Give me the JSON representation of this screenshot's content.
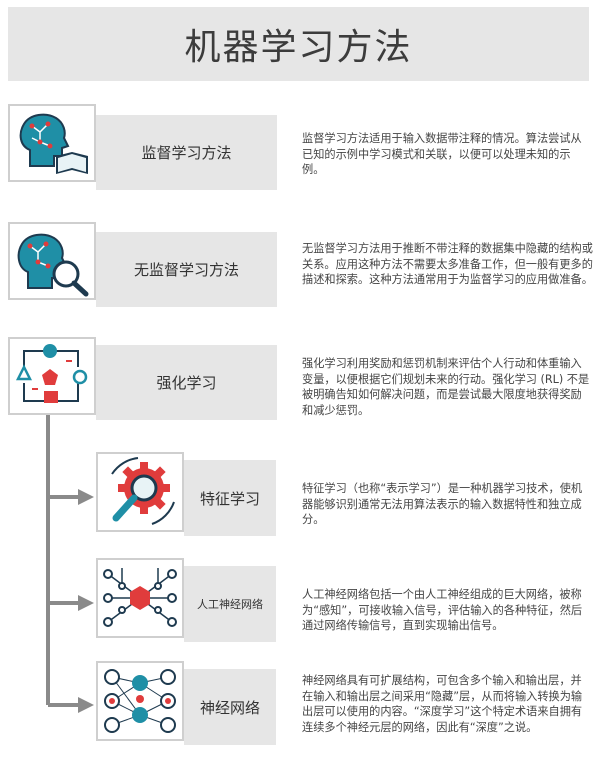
{
  "title": "机器学习方法",
  "items": [
    {
      "label": "监督学习方法",
      "icon": "ai-head-book-icon",
      "description": "监督学习方法适用于输入数据带注释的情况。算法尝试从已知的示例中学习模式和关联，以便可以处理未知的示例。"
    },
    {
      "label": "无监督学习方法",
      "icon": "ai-head-magnifier-icon",
      "description": "无监督学习方法用于推断不带注释的数据集中隐藏的结构或关系。应用这种方法不需要太多准备工作，但一般有更多的描述和探索。这种方法通常用于为监督学习的应用做准备。"
    },
    {
      "label": "强化学习",
      "icon": "reinforcement-loop-icon",
      "description": "强化学习利用奖励和惩罚机制来评估个人行动和体重输入变量，以便根据它们规划未来的行动。强化学习 (RL) 不是被明确告知如何解决问题，而是尝试最大限度地获得奖励和减少惩罚。"
    }
  ],
  "sub_items": [
    {
      "label": "特征学习",
      "icon": "gear-magnifier-icon",
      "description": "特征学习（也称“表示学习”）是一种机器学习技术，使机器能够识别通常无法用算法表示的输入数据特性和独立成分。"
    },
    {
      "label": "人工神经网络",
      "icon": "neural-node-icon",
      "description": "人工神经网络包括一个由人工神经组成的巨大网络，被称为“感知”，可接收输入信号，评估输入的各种特征，然后通过网络传输信号，直到实现输出信号。"
    },
    {
      "label": "神经网络",
      "icon": "neural-network-icon",
      "description": "神经网络具有可扩展结构，可包含多个输入和输出层，并在输入和输出层之间采用“隐藏”层，从而将输入转换为输出层可以使用的内容。“深度学习”这个特定术语来自拥有连续多个神经元层的网络，因此有“深度”之说。"
    }
  ],
  "colors": {
    "teal": "#1f8fa6",
    "red": "#e03c3c",
    "navy": "#1e3a4f",
    "gray_box": "#e6e6e6",
    "arrow": "#8a8a8a"
  }
}
